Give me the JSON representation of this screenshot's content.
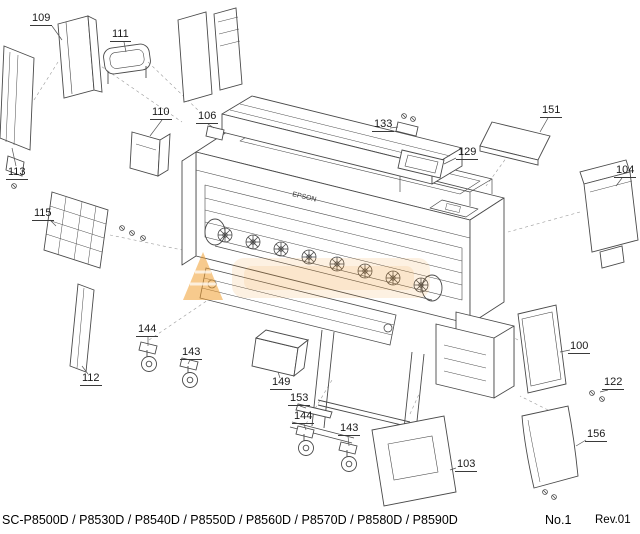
{
  "document": {
    "models": "SC-P8500D / P8530D / P8540D / P8550D / P8560D / P8570D / P8580D / P8590D",
    "sheet_number": "No.1",
    "revision": "Rev.01"
  },
  "drawing": {
    "brand_label": "EPSON",
    "line_color": "#4a4a4a",
    "watermark_color": "#f09f2f"
  },
  "callouts": [
    {
      "id": "109",
      "label": "109"
    },
    {
      "id": "111",
      "label": "111"
    },
    {
      "id": "110",
      "label": "110"
    },
    {
      "id": "106",
      "label": "106"
    },
    {
      "id": "113",
      "label": "113"
    },
    {
      "id": "115",
      "label": "115"
    },
    {
      "id": "112",
      "label": "112"
    },
    {
      "id": "144-1",
      "label": "144"
    },
    {
      "id": "143-1",
      "label": "143"
    },
    {
      "id": "149",
      "label": "149"
    },
    {
      "id": "153",
      "label": "153"
    },
    {
      "id": "144-2",
      "label": "144"
    },
    {
      "id": "143-2",
      "label": "143"
    },
    {
      "id": "133",
      "label": "133"
    },
    {
      "id": "129",
      "label": "129"
    },
    {
      "id": "151",
      "label": "151"
    },
    {
      "id": "104",
      "label": "104"
    },
    {
      "id": "100",
      "label": "100"
    },
    {
      "id": "122",
      "label": "122"
    },
    {
      "id": "156",
      "label": "156"
    },
    {
      "id": "103",
      "label": "103"
    }
  ]
}
